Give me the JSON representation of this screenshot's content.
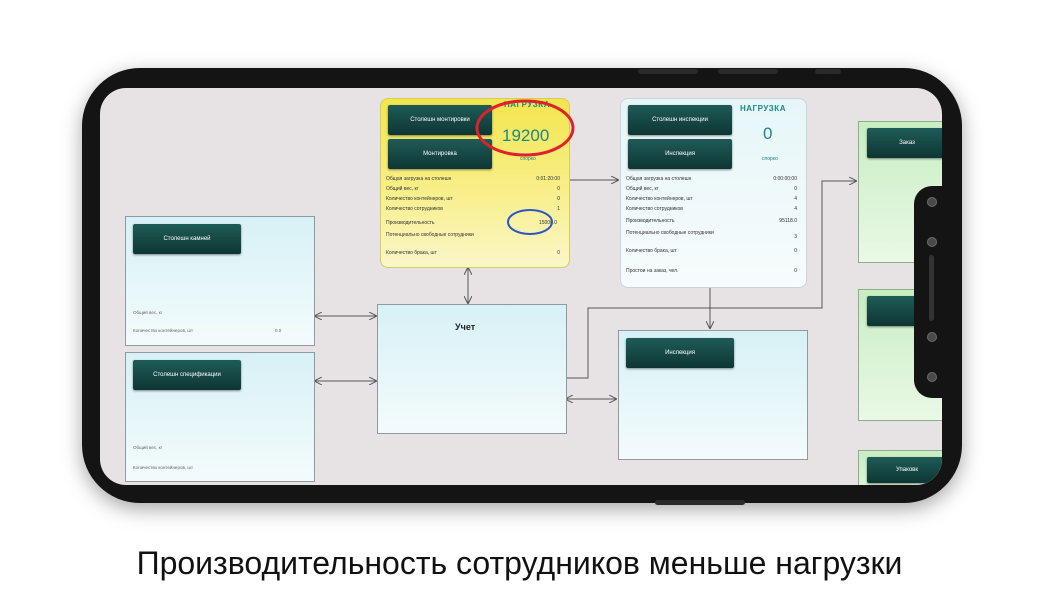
{
  "caption": "Производительность сотрудников меньше нагрузки",
  "assembly_block": {
    "btn_tables": "Столешн монтировки",
    "btn_mount": "Монтировка",
    "load_title": "НАГРУЗКА",
    "load_value": "19200",
    "load_unit": "спорко",
    "rows": [
      {
        "label": "Общая загрузка на столешн",
        "value": "0:01:20:00"
      },
      {
        "label": "Общий вес, кг",
        "value": "0"
      },
      {
        "label": "Количество контейнеров, шт",
        "value": "0"
      },
      {
        "label": "Количество сотрудников",
        "value": "1"
      },
      {
        "label": "Производительность",
        "value": "15000.0"
      },
      {
        "label": "Потенциально свободные сотрудники",
        "value": ""
      },
      {
        "label": "Количество брака, шт",
        "value": "0"
      }
    ]
  },
  "inspection_block": {
    "btn_tables": "Столешн инспекции",
    "btn_insp": "Инспекция",
    "load_title": "НАГРУЗКА",
    "load_value": "0",
    "load_unit": "спорко",
    "rows": [
      {
        "label": "Общая загрузка на столешн",
        "value": "0:00:00:00"
      },
      {
        "label": "Общий вес, кг",
        "value": "0"
      },
      {
        "label": "Количество контейнеров, шт",
        "value": "4"
      },
      {
        "label": "Количество сотрудников",
        "value": "4"
      },
      {
        "label": "Производительность",
        "value": "95118.0"
      },
      {
        "label": "Потенциально свободные сотрудники",
        "value": "3"
      },
      {
        "label": "Количество брака, шт",
        "value": "0"
      },
      {
        "label": "Простои на заказ, чел.",
        "value": "0"
      }
    ]
  },
  "left_top": {
    "btn": "Столешн камней",
    "line1": "Общий вес, кг",
    "line2": "Количество контейнеров, шт",
    "line2_value": "0.0"
  },
  "left_bottom": {
    "btn": "Столешн спецификации",
    "line1": "Общий вес, кг",
    "line2": "Количество контейнеров, шт"
  },
  "center": {
    "title": "Учет"
  },
  "inspection_panel": {
    "btn": "Инспекция"
  },
  "right_panels": {
    "top_btn": "Заказ",
    "bottom_btn": "Упаковк"
  },
  "colors": {
    "accent_teal": "#1a8a86",
    "highlight_red": "#e0202a",
    "highlight_blue": "#2a56c8"
  }
}
